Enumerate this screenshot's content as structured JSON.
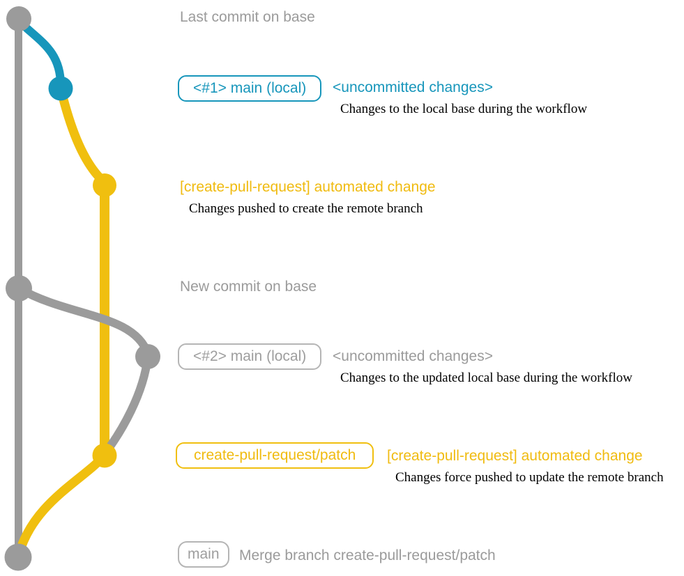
{
  "colors": {
    "gray": "#9b9b9b",
    "blue": "#1796bb",
    "yellow": "#f0bf0f",
    "description_text": "#000000"
  },
  "graph": {
    "type": "git-commit-graph",
    "lanes": [
      "base",
      "main-local",
      "create-pull-request-patch"
    ],
    "nodes": [
      {
        "id": "last-commit-on-base",
        "lane": "base",
        "color": "gray"
      },
      {
        "id": "uncommitted-changes-1",
        "lane": "main-local",
        "color": "blue"
      },
      {
        "id": "automated-change-1",
        "lane": "create-pull-request-patch",
        "color": "yellow"
      },
      {
        "id": "new-commit-on-base",
        "lane": "base",
        "color": "gray"
      },
      {
        "id": "uncommitted-changes-2",
        "lane": "main-local",
        "color": "gray"
      },
      {
        "id": "automated-change-2",
        "lane": "create-pull-request-patch",
        "color": "yellow"
      },
      {
        "id": "merge-commit",
        "lane": "base",
        "color": "gray"
      }
    ]
  },
  "annotations": {
    "last_commit": {
      "text": "Last commit on base"
    },
    "row1": {
      "badge": "<#1> main (local)",
      "title": "<uncommitted changes>",
      "desc": "Changes to the local base during the workflow"
    },
    "row2": {
      "title": "[create-pull-request] automated change",
      "desc": "Changes pushed to create the remote branch"
    },
    "new_commit": {
      "text": "New commit on base"
    },
    "row3": {
      "badge": "<#2> main (local)",
      "title": "<uncommitted changes>",
      "desc": "Changes to the updated local base during the workflow"
    },
    "row4": {
      "badge": "create-pull-request/patch",
      "title": "[create-pull-request] automated change",
      "desc": "Changes force pushed to update the remote branch"
    },
    "row5": {
      "badge": "main",
      "text": "Merge branch create-pull-request/patch"
    }
  }
}
